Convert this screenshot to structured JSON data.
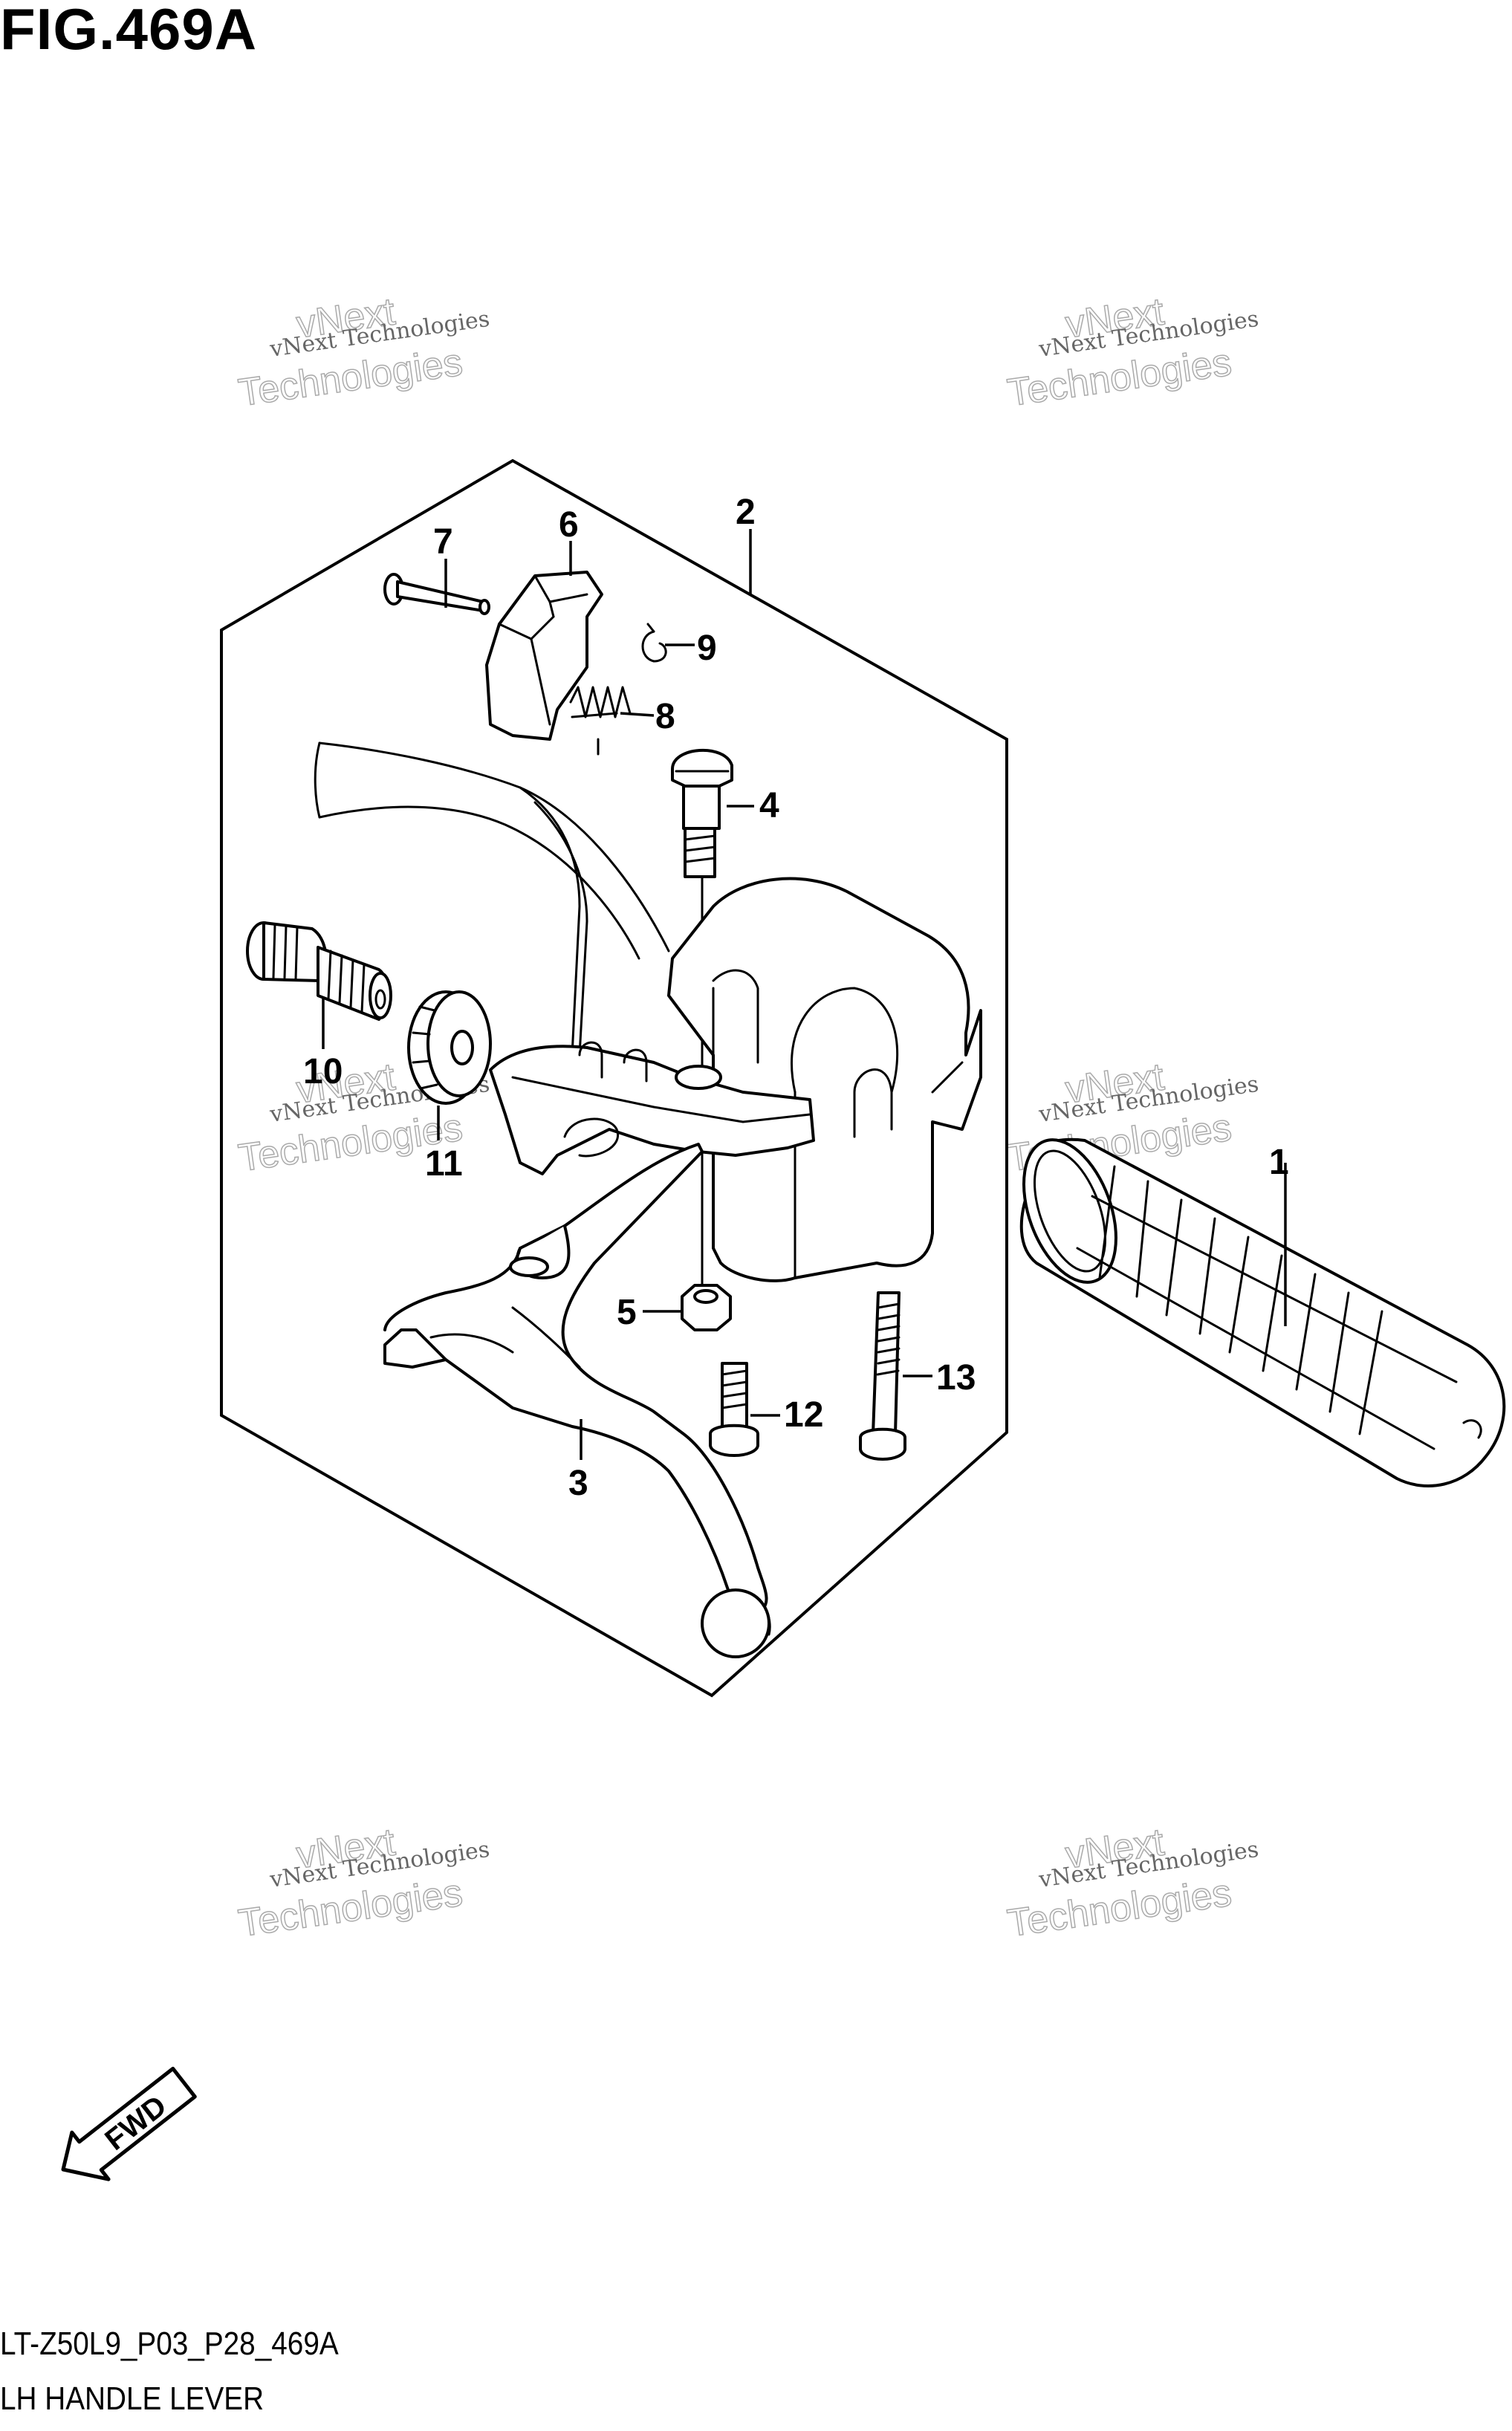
{
  "figure": {
    "title": "FIG.469A",
    "model_code": "LT-Z50L9_P03_P28_469A",
    "name": "LH HANDLE LEVER"
  },
  "watermark": {
    "line1": "vNext Technologies",
    "line2": "vNext",
    "line3": "Technologies"
  },
  "direction_badge": {
    "label": "FWD",
    "icon": "forward-arrow-icon"
  },
  "callouts": [
    {
      "id": "1",
      "label": "1"
    },
    {
      "id": "2",
      "label": "2"
    },
    {
      "id": "3",
      "label": "3"
    },
    {
      "id": "4",
      "label": "4"
    },
    {
      "id": "5",
      "label": "5"
    },
    {
      "id": "6",
      "label": "6"
    },
    {
      "id": "7",
      "label": "7"
    },
    {
      "id": "8",
      "label": "8"
    },
    {
      "id": "9",
      "label": "9"
    },
    {
      "id": "10",
      "label": "10"
    },
    {
      "id": "11",
      "label": "11"
    },
    {
      "id": "12",
      "label": "12"
    },
    {
      "id": "13",
      "label": "13"
    }
  ]
}
